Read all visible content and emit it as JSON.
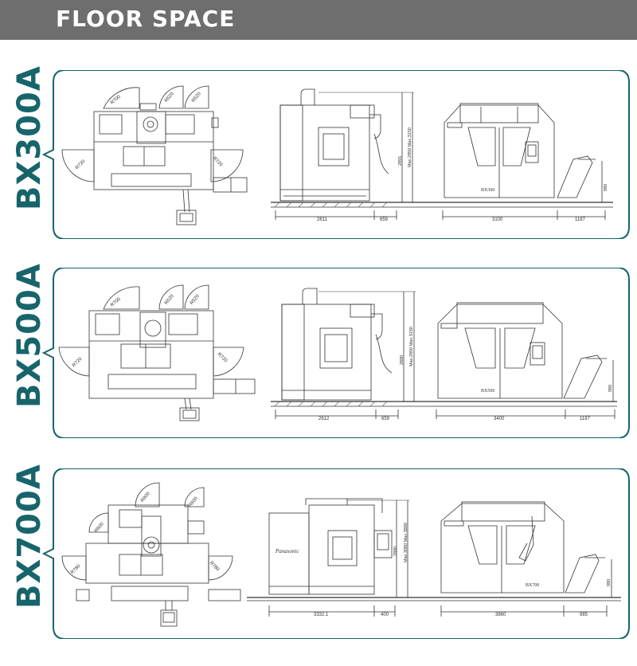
{
  "header": {
    "title": "FLOOR SPACE"
  },
  "colors": {
    "header_bg": "#6e6e6e",
    "accent": "#17656b",
    "line": "#333333"
  },
  "panels": [
    {
      "model": "BX300A",
      "plate": "BX300",
      "radii": [
        "R700",
        "R520",
        "R520",
        "R720",
        "R720"
      ],
      "dims": {
        "side_depth": "2611",
        "side_gap": "659",
        "front_width": "3100",
        "front_ext": "1187",
        "conveyor_h": "980"
      },
      "heights": {
        "total": "2855",
        "max": "Max.2850 Max.3150"
      }
    },
    {
      "model": "BX500A",
      "plate": "BX500",
      "radii": [
        "R700",
        "R520",
        "R520",
        "R720",
        "R720"
      ],
      "dims": {
        "side_depth": "2612",
        "side_gap": "659",
        "front_width": "3400",
        "front_ext": "1187",
        "conveyor_h": "980"
      },
      "heights": {
        "total": "2880",
        "max": "Max.2850 Max.3150"
      }
    },
    {
      "model": "BX700A",
      "plate": "BX700",
      "radii": [
        "R900",
        "R600",
        "R600",
        "R780",
        "R780"
      ],
      "dims": {
        "side_depth": "3332.1",
        "side_gap": "400",
        "front_width": "3860",
        "front_ext": "985",
        "conveyor_h": "980"
      },
      "heights": {
        "total": "2880",
        "max": "Max.3080 Max.3880"
      },
      "brand": "Panasonic"
    }
  ]
}
